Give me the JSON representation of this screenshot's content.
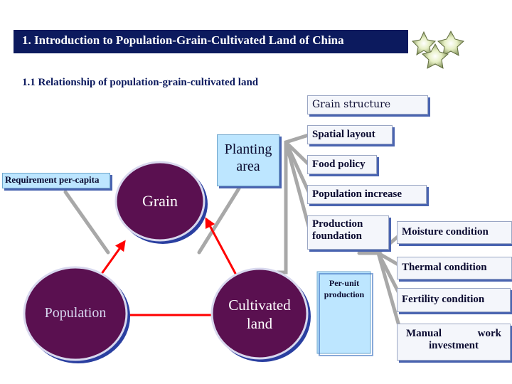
{
  "title": "1. Introduction to Population-Grain-Cultivated Land of China",
  "subtitle": "1.1 Relationship of population-grain-cultivated land",
  "nodes": {
    "grain": "Grain",
    "population": "Population",
    "cultivated_land_line1": "Cultivated",
    "cultivated_land_line2": "land",
    "planting_area_line1": "Planting",
    "planting_area_line2": "area",
    "requirement_per_capita": "Requirement per-capita",
    "per_unit_production_line1": "Per-unit",
    "per_unit_production_line2": "production"
  },
  "grain_factors": [
    "Grain structure",
    "Spatial layout",
    "Food policy",
    "Population increase"
  ],
  "production_foundation_line1": "Production",
  "production_foundation_line2": "foundation",
  "conditions": {
    "moisture": "Moisture condition",
    "thermal": "Thermal condition",
    "fertility": "Fertility condition",
    "manual_line1_a": "Manual",
    "manual_line1_b": "work",
    "manual_line2": "investment"
  },
  "colors": {
    "title_bg": "#0c1a5e",
    "circle_fill": "#5a1050",
    "box_shadow": "#4a64b0",
    "arrow_red": "#ff0000",
    "connector_gray": "#a8a8a8"
  },
  "icons": [
    "star-ornament-icon",
    "star-ornament-icon",
    "star-ornament-icon"
  ]
}
